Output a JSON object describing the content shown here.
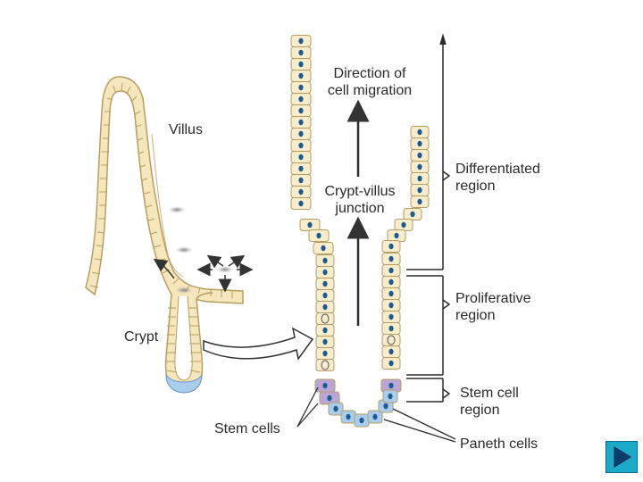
{
  "labels": {
    "villus": "Villus",
    "crypt": "Crypt",
    "stem_cells": "Stem cells",
    "direction_line1": "Direction of",
    "direction_line2": "cell migration",
    "junction_line1": "Crypt-villus",
    "junction_line2": "junction",
    "differentiated_line1": "Differentiated",
    "differentiated_line2": "region",
    "proliferative_line1": "Proliferative",
    "proliferative_line2": "region",
    "stem_region_line1": "Stem cell",
    "stem_region_line2": "region",
    "paneth": "Paneth cells"
  },
  "colors": {
    "cell_fill": "#f7eccb",
    "cell_stroke": "#b79d62",
    "nucleus": "#1f5a8c",
    "stem_cell": "#b9a6d6",
    "paneth_cell": "#a9cdee",
    "villus_fill": "#f5e6bc",
    "nav_button": "#19a9c9"
  },
  "icons": {
    "next_slide": "play-triangle-icon"
  }
}
